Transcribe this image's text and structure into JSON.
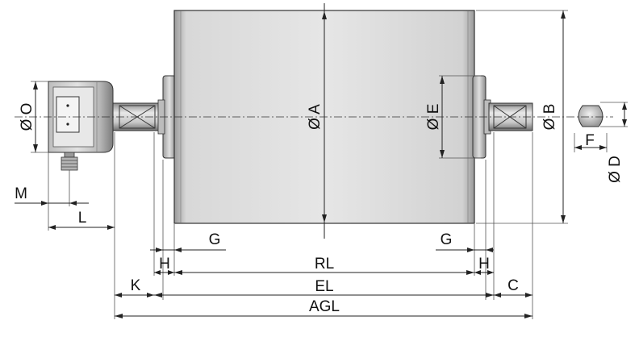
{
  "labels": {
    "dia_o": "Ø O",
    "dia_a": "Ø A",
    "dia_e": "Ø E",
    "dia_b": "Ø B",
    "dia_d": "Ø D",
    "f": "F",
    "m": "M",
    "l": "L",
    "g_left": "G",
    "g_right": "G",
    "h_left": "H",
    "h_right": "H",
    "rl": "RL",
    "k": "K",
    "el": "EL",
    "c": "C",
    "agl": "AGL"
  },
  "colors": {
    "line": "#222222",
    "metal_light": "#e4e4e4",
    "metal_mid": "#c4c4c4",
    "metal_dark": "#7a7a7a"
  }
}
